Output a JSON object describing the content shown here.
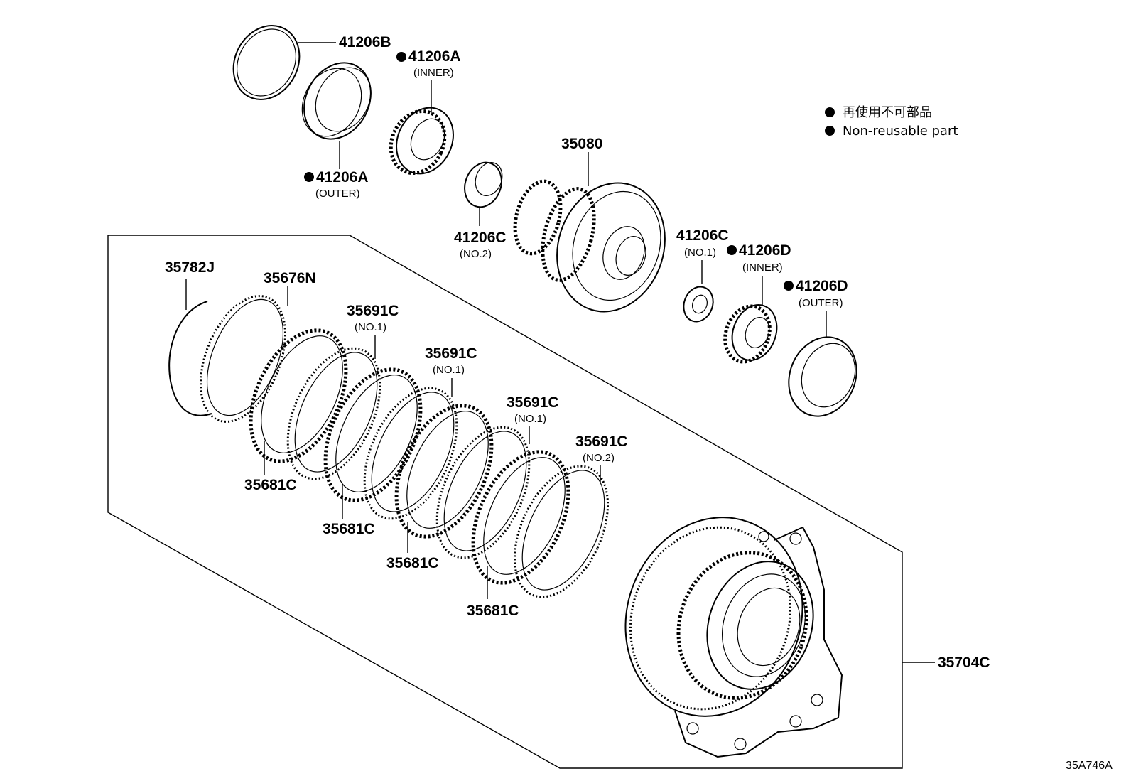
{
  "legend": {
    "japanese": "再使用不可部品",
    "english": "Non-reusable part"
  },
  "image_code": "35A746A",
  "labels": {
    "p41206B": "41206B",
    "p41206A_inner": "41206A",
    "p41206A_inner_sub": "(INNER)",
    "p41206A_outer": "41206A",
    "p41206A_outer_sub": "(OUTER)",
    "p41206C_no2": "41206C",
    "p41206C_no2_sub": "(NO.2)",
    "p35080": "35080",
    "p41206C_no1": "41206C",
    "p41206C_no1_sub": "(NO.1)",
    "p41206D_inner": "41206D",
    "p41206D_inner_sub": "(INNER)",
    "p41206D_outer": "41206D",
    "p41206D_outer_sub": "(OUTER)",
    "p35782J": "35782J",
    "p35676N": "35676N",
    "p35691C_a": "35691C",
    "p35691C_a_sub": "(NO.1)",
    "p35691C_b": "35691C",
    "p35691C_b_sub": "(NO.1)",
    "p35691C_c": "35691C",
    "p35691C_c_sub": "(NO.1)",
    "p35691C_d": "35691C",
    "p35691C_d_sub": "(NO.2)",
    "p35681C_a": "35681C",
    "p35681C_b": "35681C",
    "p35681C_c": "35681C",
    "p35681C_d": "35681C",
    "p35704C": "35704C"
  }
}
